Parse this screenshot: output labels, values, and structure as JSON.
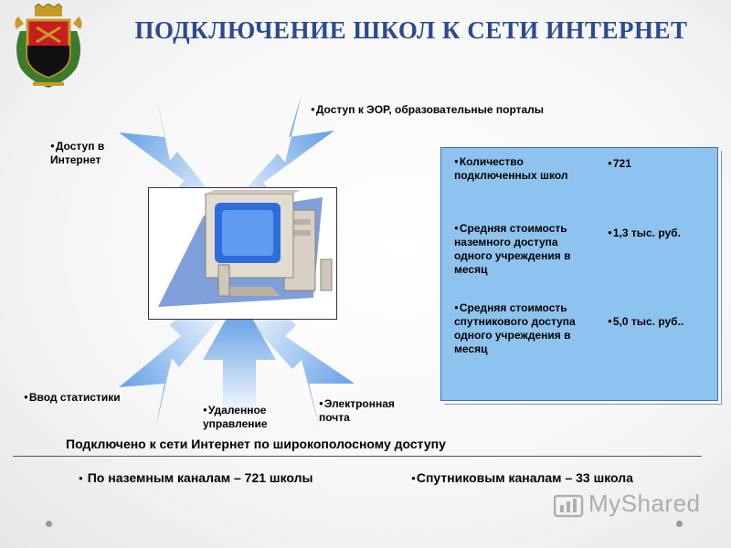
{
  "header": {
    "title": "ПОДКЛЮЧЕНИЕ ШКОЛ К СЕТИ ИНТЕРНЕТ"
  },
  "diagram": {
    "labels": {
      "internet_line1": "Доступ в",
      "internet_line2": "Интернет",
      "eor": "Доступ к ЭОР, образовательные порталы",
      "stats": "Ввод статистики",
      "remote_line1": "Удаленное",
      "remote_line2": "управление",
      "email_line1": "Электронная",
      "email_line2": "почта"
    }
  },
  "stats": {
    "rows": [
      {
        "label_lines": [
          "Количество",
          "подключенных  школ"
        ],
        "value": "721"
      },
      {
        "label_lines": [
          "Средняя стоимость",
          "наземного доступа",
          "одного учреждения в",
          "месяц"
        ],
        "value": "1,3 тыс. руб."
      },
      {
        "label_lines": [
          "Средняя стоимость",
          "спутникового доступа",
          "одного учреждения в",
          "месяц"
        ],
        "value": "5,0 тыс. руб.."
      }
    ]
  },
  "footer": {
    "connected": "Подключено к сети Интернет по широкополосному доступу",
    "ground": "По наземным каналам – 721 школы",
    "satellite": "Спутниковым каналам – 33 школа"
  },
  "watermark": {
    "text": "MyShared"
  },
  "colors": {
    "title": "#2b4a8f",
    "panel": "#8fc3ef",
    "arrow": "#5b9fe6"
  }
}
